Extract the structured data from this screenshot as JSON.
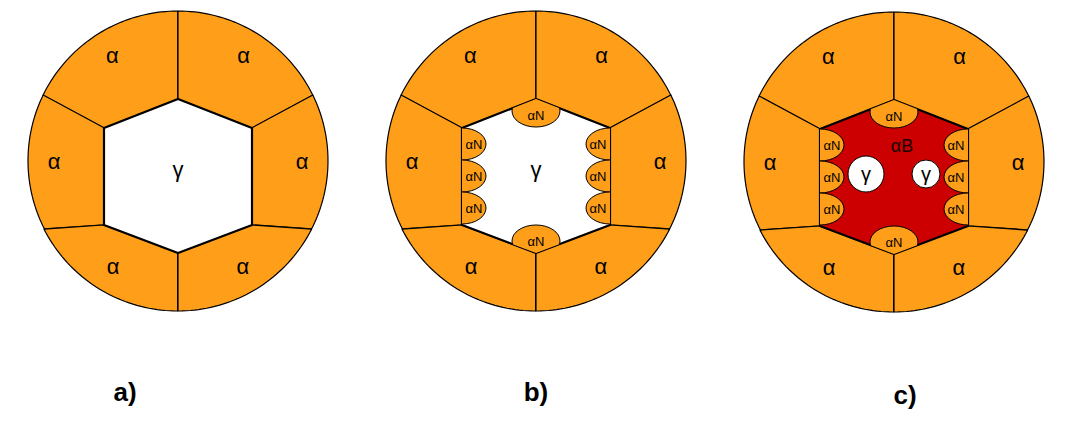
{
  "diagram": {
    "nodes": [
      {
        "text": [
          "α"
        ]
      },
      {
        "text": [
          "α"
        ]
      },
      {
        "text": [
          "α"
        ]
      },
      {
        "text": [
          "α"
        ]
      },
      {
        "text": [
          "α"
        ]
      },
      {
        "text": [
          "α"
        ]
      },
      {
        "text": [
          "γ"
        ]
      },
      {
        "text": [
          "α"
        ]
      },
      {
        "text": [
          "α"
        ]
      },
      {
        "text": [
          "α"
        ]
      },
      {
        "text": [
          "α"
        ]
      },
      {
        "text": [
          "α"
        ]
      },
      {
        "text": [
          "α"
        ]
      },
      {
        "text": [
          "γ"
        ]
      },
      {
        "text": [
          "αN"
        ],
        "in": 13
      },
      {
        "text": [
          "αN"
        ],
        "in": 13
      },
      {
        "text": [
          "αN"
        ],
        "in": 13
      },
      {
        "text": [
          "αN"
        ],
        "in": 13
      },
      {
        "text": [
          "αN"
        ],
        "in": 13
      },
      {
        "text": [
          "αN"
        ],
        "in": 13
      },
      {
        "text": [
          "αN"
        ],
        "in": 13
      },
      {
        "text": [
          "αN"
        ],
        "in": 13
      },
      {
        "text": [
          "α"
        ]
      },
      {
        "text": [
          "α"
        ]
      },
      {
        "text": [
          "α"
        ]
      },
      {
        "text": [
          "α"
        ]
      },
      {
        "text": [
          "α"
        ]
      },
      {
        "text": [
          "α"
        ]
      },
      {
        "text": [
          "αB"
        ]
      },
      {
        "text": [
          "αN"
        ],
        "in": 28
      },
      {
        "text": [
          "αN"
        ],
        "in": 28
      },
      {
        "text": [
          "αN"
        ],
        "in": 28
      },
      {
        "text": [
          "αN"
        ],
        "in": 28
      },
      {
        "text": [
          "αN"
        ],
        "in": 28
      },
      {
        "text": [
          "αN"
        ],
        "in": 28
      },
      {
        "text": [
          "αN"
        ],
        "in": 28
      },
      {
        "text": [
          "αN"
        ],
        "in": 28
      },
      {
        "text": [
          "γ"
        ],
        "in": 28
      },
      {
        "text": [
          "γ"
        ],
        "in": 28
      }
    ],
    "labels": [
      "a)",
      "b)",
      "c)"
    ]
  }
}
